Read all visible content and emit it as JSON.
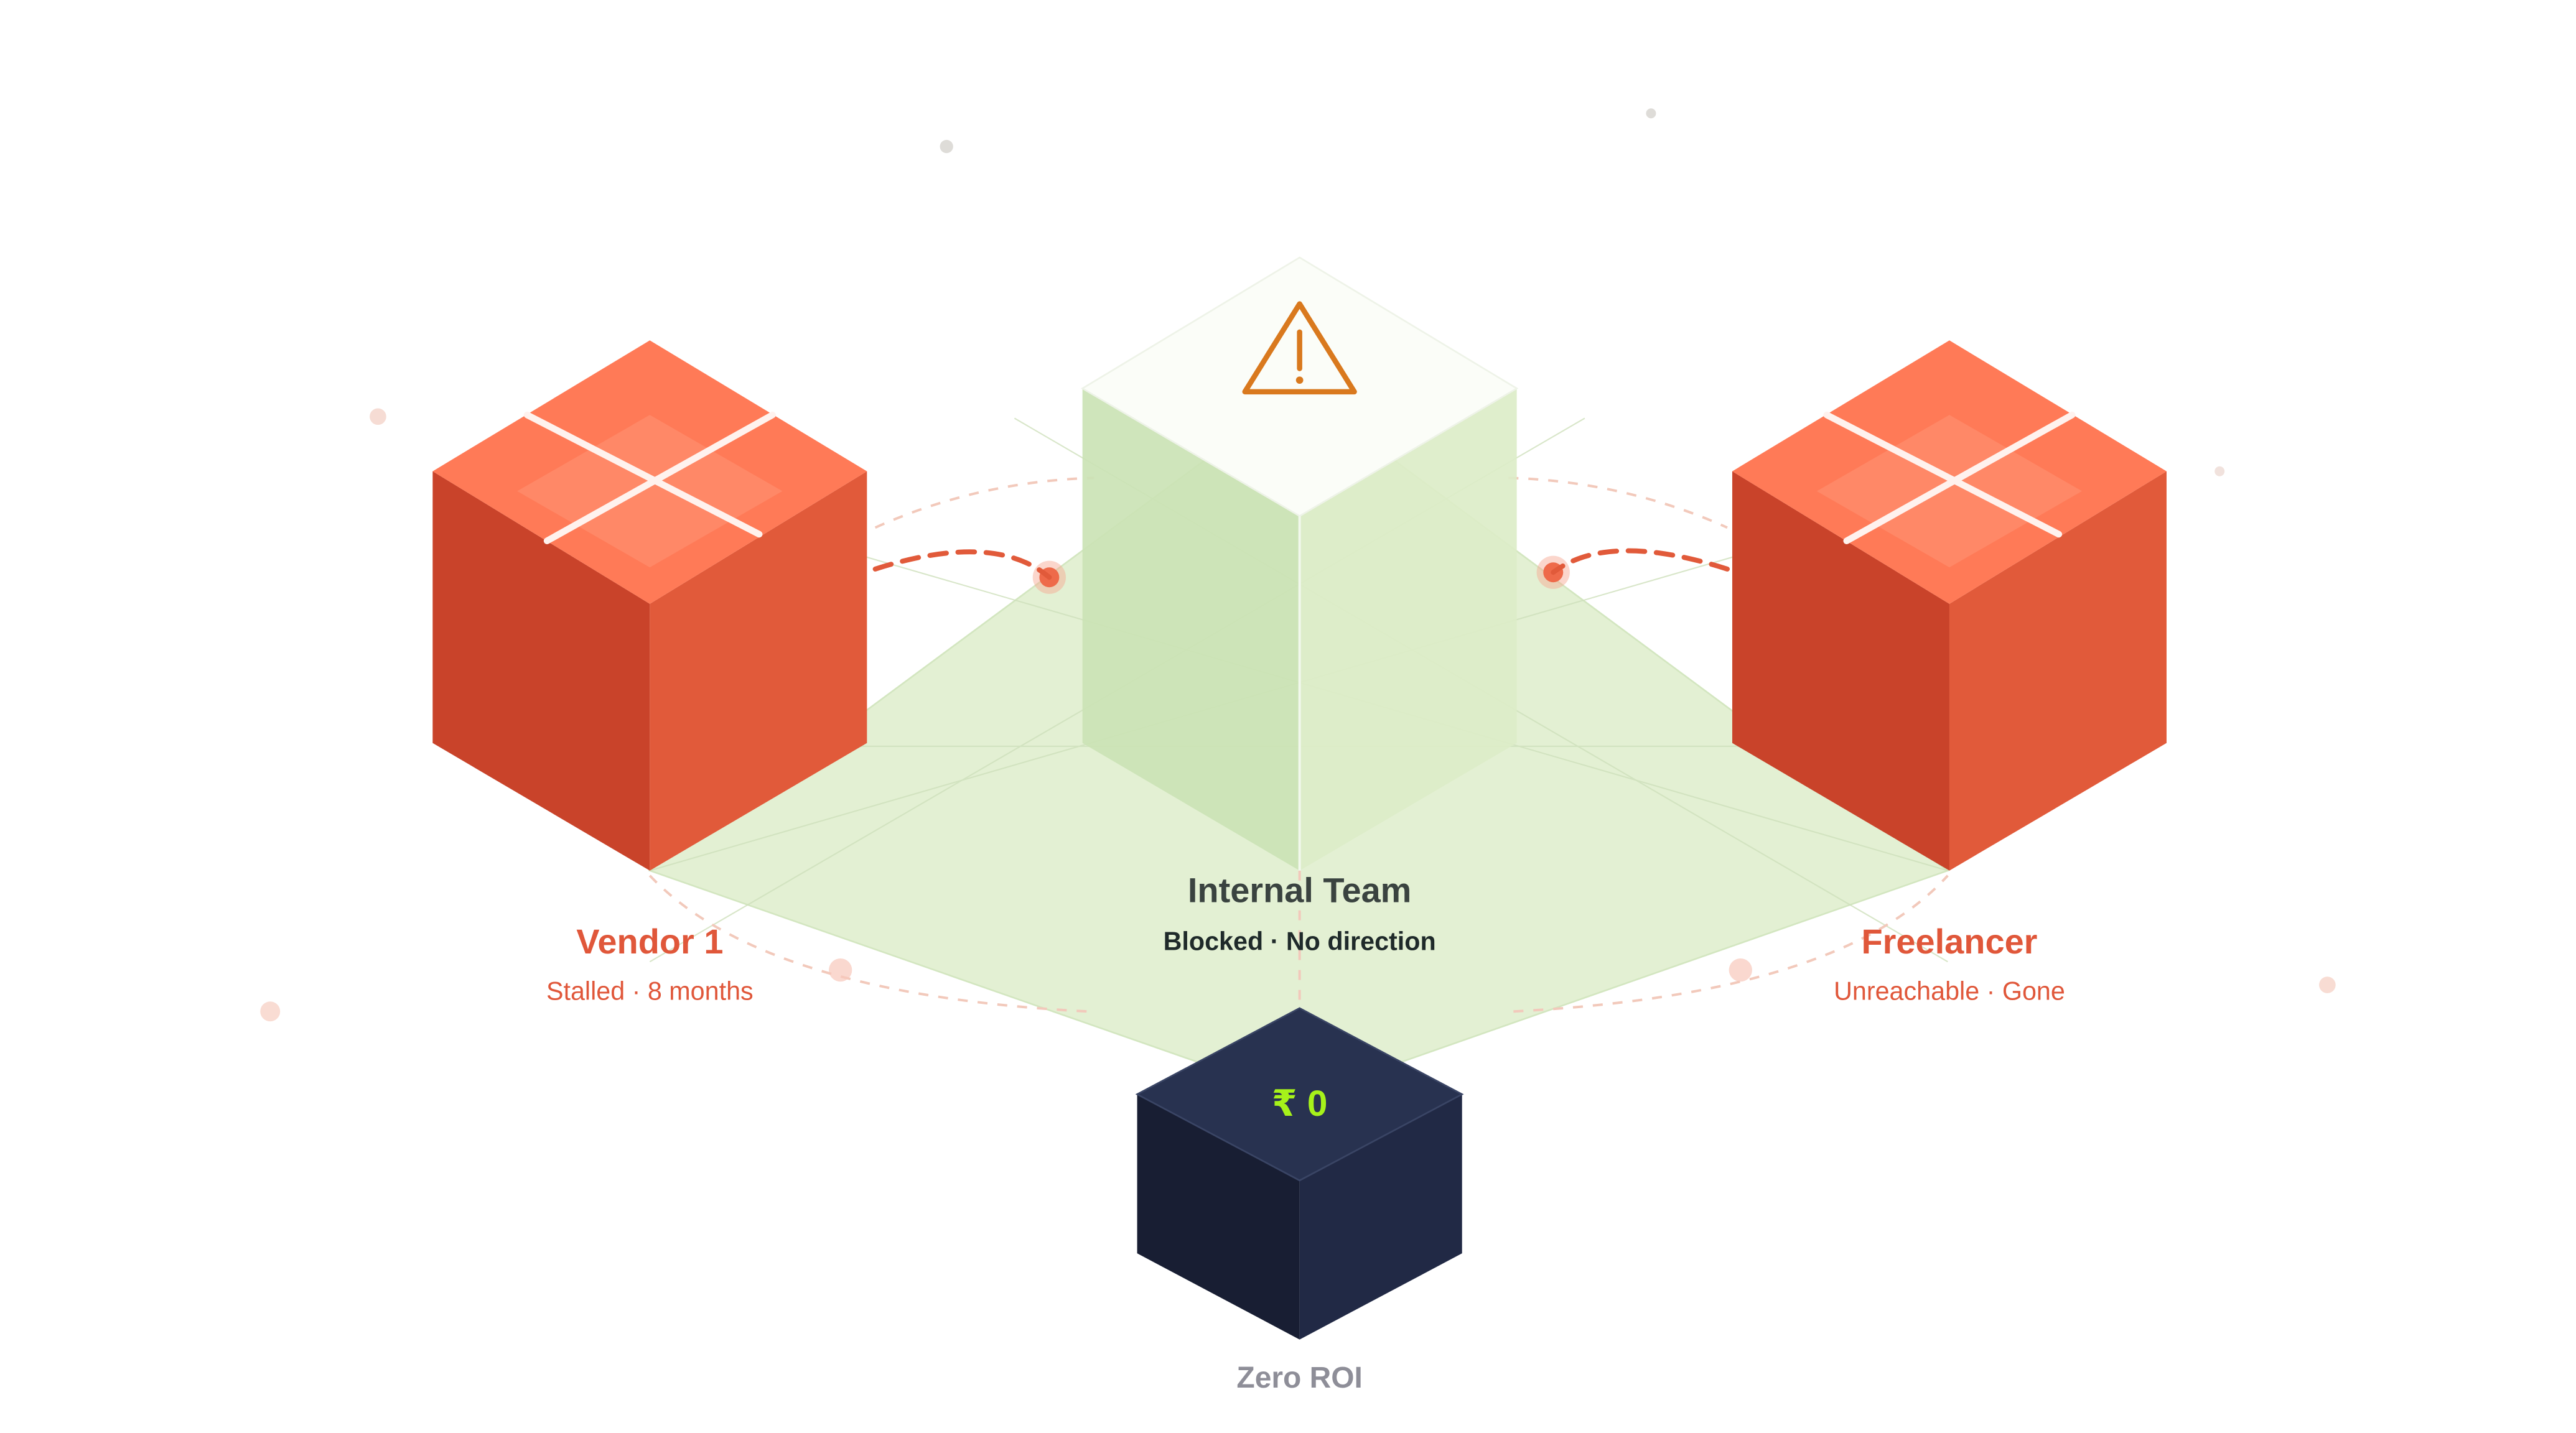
{
  "nodes": {
    "internal_team": {
      "title": "Internal Team",
      "subtitle": "Blocked · No direction",
      "icon": "warning-triangle-icon"
    },
    "vendor": {
      "title": "Vendor 1",
      "subtitle": "Stalled · 8 months",
      "icon": "cross-icon"
    },
    "freelancer": {
      "title": "Freelancer",
      "subtitle": "Unreachable · Gone",
      "icon": "cross-icon"
    },
    "outcome": {
      "value": "₹ 0",
      "label": "Zero ROI"
    }
  },
  "colors": {
    "vendor_top": "#FF7A57",
    "vendor_left": "#C9432A",
    "vendor_right": "#E15A3A",
    "internal_top": "#FBFDF8",
    "internal_left": "#CBE3B5",
    "internal_right": "#DCEDC8",
    "outcome_top": "#283250",
    "outcome_left": "#181E33",
    "outcome_right": "#212945",
    "platform": "#E3F0D3",
    "accent_text": "#E0573A",
    "dark_text": "#1F2A2A",
    "muted_text": "#8E8E98",
    "warning": "#D9791E",
    "rupee": "#A6F21A"
  }
}
